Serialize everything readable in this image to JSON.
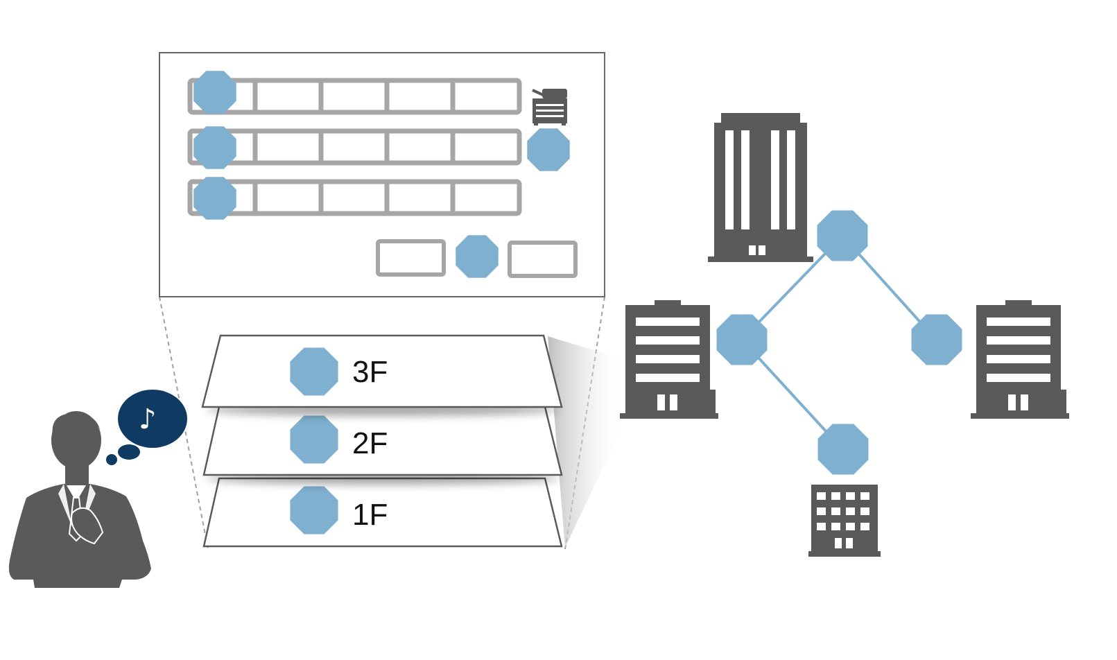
{
  "floors": [
    {
      "label": "3F"
    },
    {
      "label": "2F"
    },
    {
      "label": "1F"
    }
  ],
  "thought_bubble": {
    "glyph": "♪"
  },
  "icons": {
    "node": "octagon-node-icon",
    "person": "businessman-icon",
    "printer": "printer-icon",
    "buildings": [
      "office-building-icon",
      "building-icon",
      "building-icon",
      "building-icon"
    ]
  },
  "colors": {
    "node": "#7fb0cf",
    "node_line": "#7fb0cf",
    "dark_gray": "#5a5a5a",
    "slot_gray": "#a6a6a6",
    "bubble": "#0f3a61"
  }
}
